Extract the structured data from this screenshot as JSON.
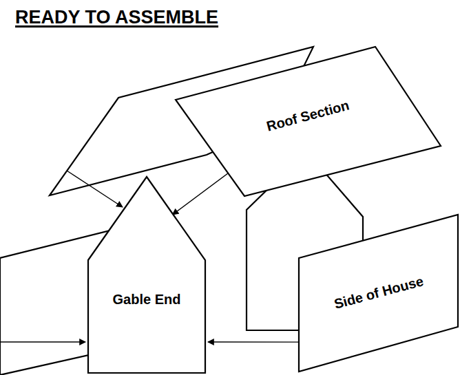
{
  "diagram": {
    "title": "READY TO ASSEMBLE",
    "nodes": [
      {
        "text": [
          "Roof Section"
        ]
      },
      {
        "text": [
          "Gable End"
        ]
      },
      {
        "text": [
          "Side of House"
        ]
      }
    ],
    "edges": [
      {
        "from": 0,
        "to": 1,
        "arrow": "to"
      },
      {
        "from": 2,
        "to": 1,
        "arrow": "to"
      }
    ]
  }
}
